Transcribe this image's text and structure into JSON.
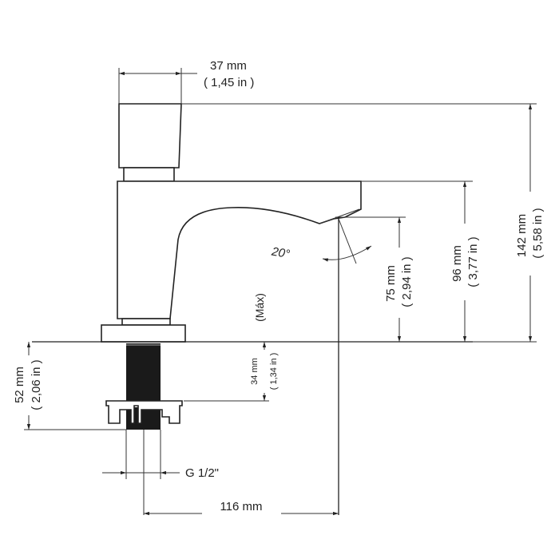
{
  "drawing": {
    "subject": "Faucet technical dimension drawing",
    "dimensions": {
      "handle_width": {
        "mm": "37 mm",
        "in": "( 1,45 in )"
      },
      "total_height": {
        "mm": "142 mm",
        "in": "( 5,58 in )"
      },
      "spout_height": {
        "mm": "96 mm",
        "in": "( 3,77 in )"
      },
      "outlet_height": {
        "mm": "75 mm",
        "in": "( 2,94 in )"
      },
      "below_deck_length": {
        "mm": "52 mm",
        "in": "( 2,06 in )"
      },
      "max_deck_thickness": {
        "mm": "34 mm",
        "in": "( 1,34 in )",
        "note": "(Máx)"
      },
      "spout_reach": {
        "mm": "116 mm"
      },
      "thread": {
        "label": "G 1/2\""
      },
      "spout_angle": {
        "label": "20°"
      }
    },
    "colors": {
      "line": "#222222",
      "background": "#ffffff"
    }
  }
}
